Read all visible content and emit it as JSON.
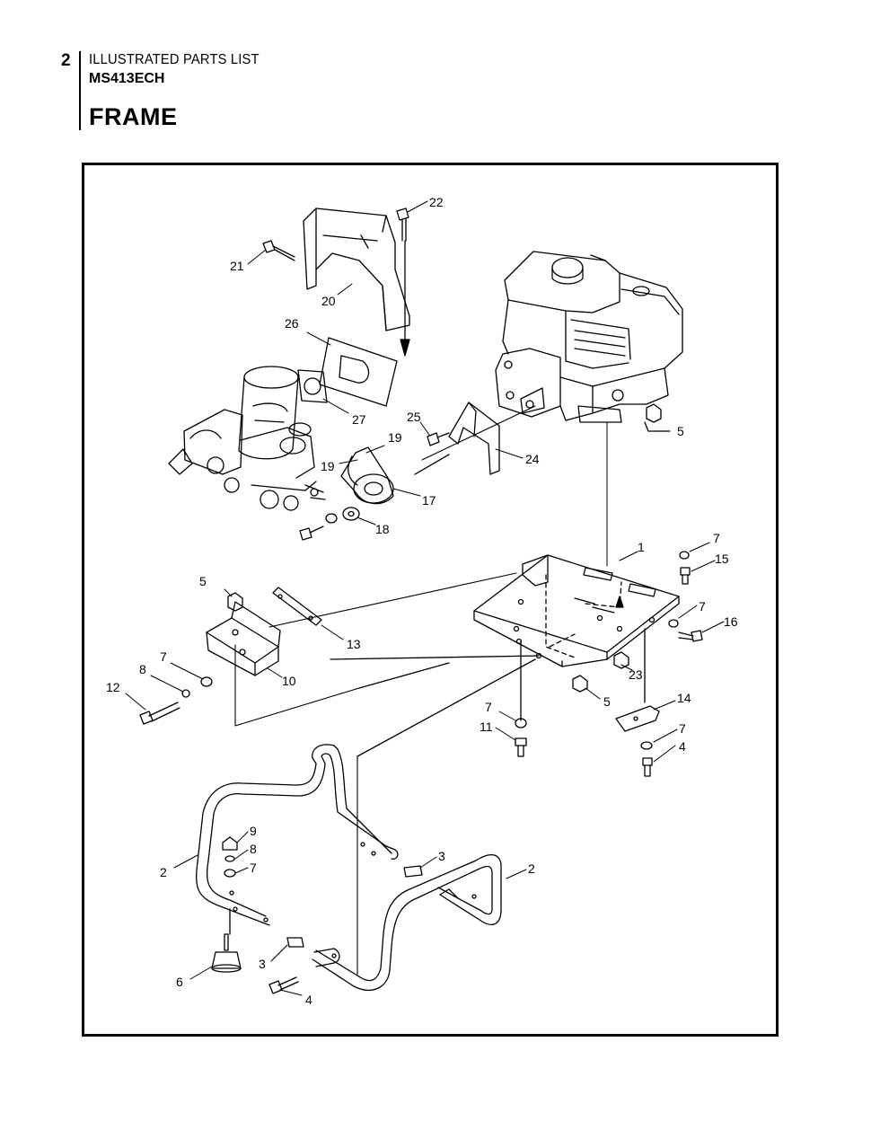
{
  "header": {
    "page_number": "2",
    "doc_title": "ILLUSTRATED PARTS LIST",
    "model": "MS413ECH",
    "section_title": "FRAME"
  },
  "callouts": {
    "c1": "1",
    "c2a": "2",
    "c2b": "2",
    "c3a": "3",
    "c3b": "3",
    "c4a": "4",
    "c4b": "4",
    "c5a": "5",
    "c5b": "5",
    "c5c": "5",
    "c6": "6",
    "c7a": "7",
    "c7b": "7",
    "c7c": "7",
    "c7d": "7",
    "c7e": "7",
    "c7f": "7",
    "c8a": "8",
    "c8b": "8",
    "c9": "9",
    "c10": "10",
    "c11": "11",
    "c12": "12",
    "c13": "13",
    "c14": "14",
    "c15": "15",
    "c16": "16",
    "c17": "17",
    "c18": "18",
    "c19a": "19",
    "c19b": "19",
    "c20": "20",
    "c21": "21",
    "c22": "22",
    "c23": "23",
    "c24": "24",
    "c25": "25",
    "c26": "26",
    "c27": "27"
  }
}
